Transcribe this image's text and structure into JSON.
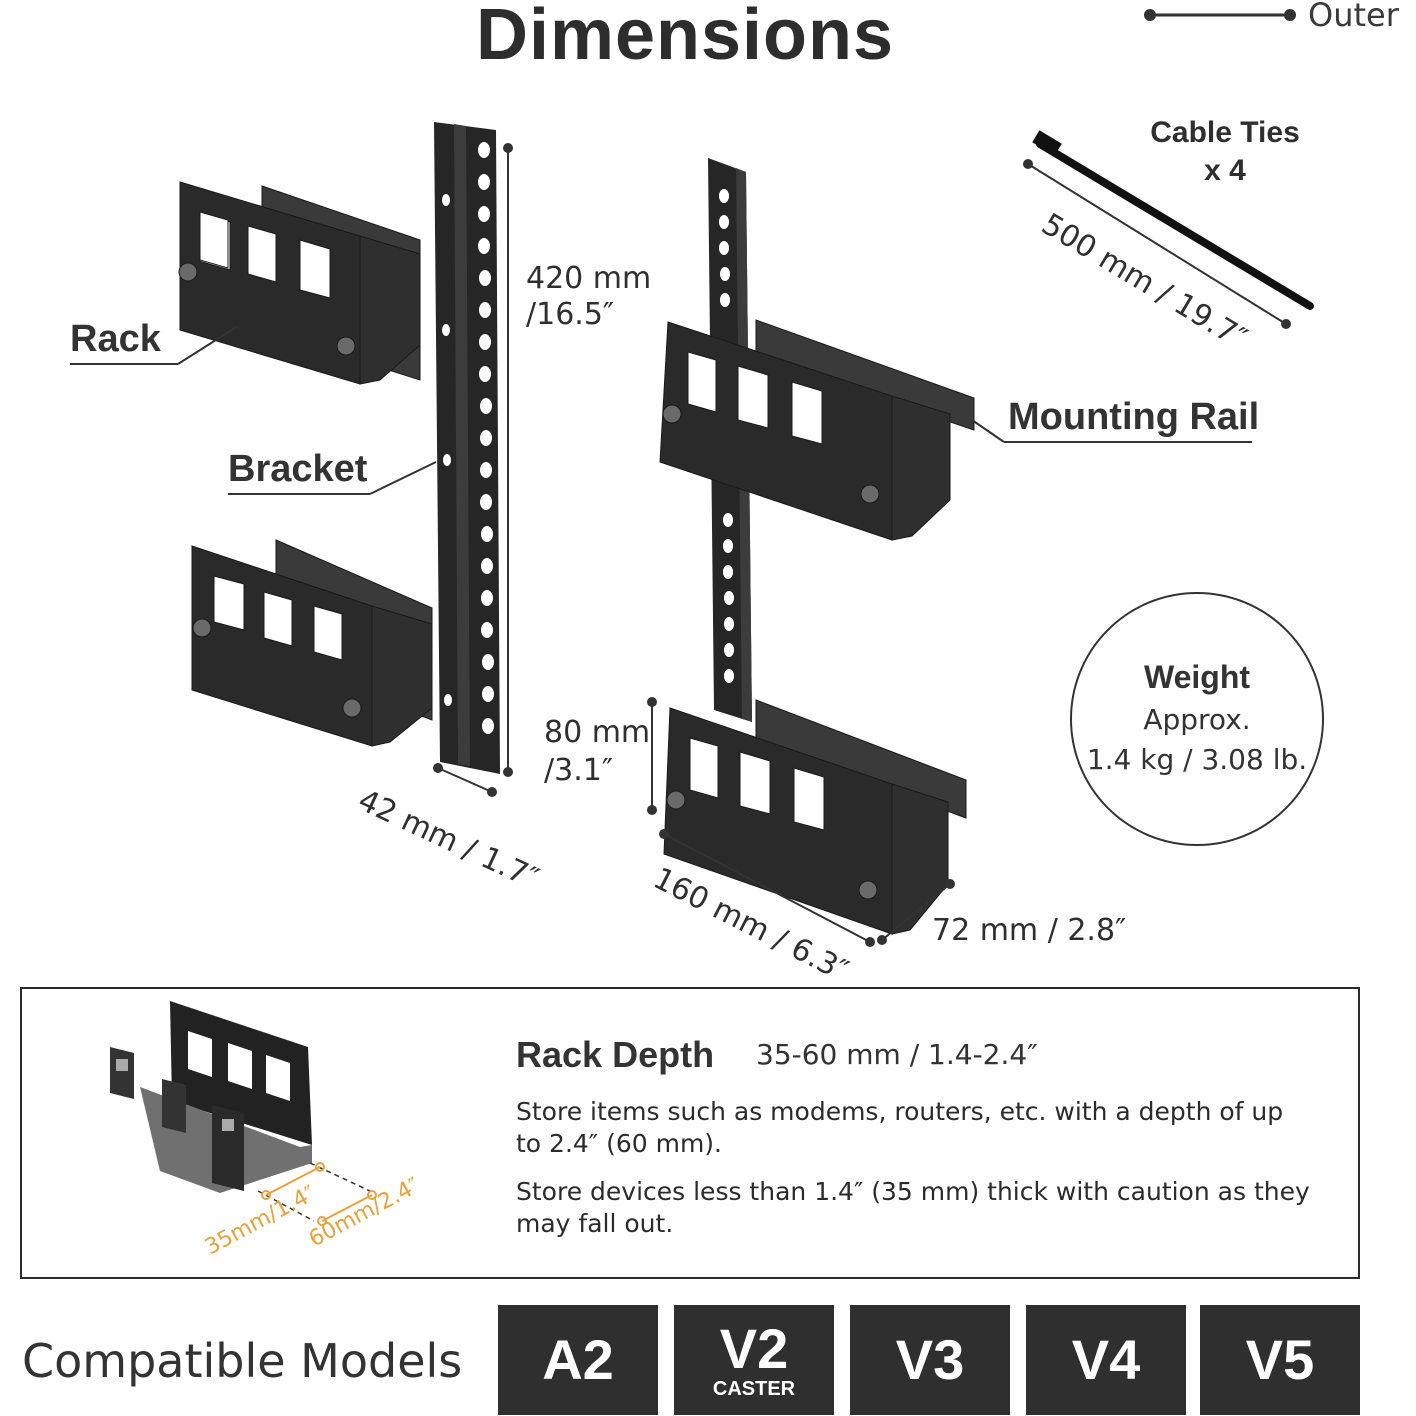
{
  "title": "Dimensions",
  "legend": {
    "label": "Outer"
  },
  "cable_ties": {
    "title": "Cable Ties",
    "qty": "x 4",
    "length": "500 mm / 19.7″"
  },
  "labels": {
    "rack": "Rack",
    "bracket": "Bracket",
    "mounting_rail": "Mounting Rail"
  },
  "dimensions": {
    "rail_height_mm": "420 mm",
    "rail_height_in": "/16.5″",
    "rail_width": "42 mm / 1.7″",
    "rack_height_mm": "80 mm",
    "rack_height_in": "/3.1″",
    "rack_width": "160 mm / 6.3″",
    "rack_depth": "72 mm / 2.8″"
  },
  "weight": {
    "title": "Weight",
    "line1": "Approx.",
    "line2": "1.4 kg / 3.08 lb."
  },
  "rack_depth": {
    "title": "Rack Depth",
    "range": "35-60 mm / 1.4-2.4″",
    "para1": "Store items such as modems, routers, etc. with a depth of up to 2.4″ (60 mm).",
    "para2": "Store devices less than 1.4″ (35 mm) thick with caution as they may fall out.",
    "min_label": "35mm/1.4″",
    "max_label": "60mm/2.4″"
  },
  "compatible": {
    "label": "Compatible Models",
    "models": [
      {
        "name": "A2",
        "sub": ""
      },
      {
        "name": "V2",
        "sub": "CASTER"
      },
      {
        "name": "V3",
        "sub": ""
      },
      {
        "name": "V4",
        "sub": ""
      },
      {
        "name": "V5",
        "sub": ""
      }
    ]
  },
  "colors": {
    "steel": "#2a2a2a",
    "accent": "#e8a23a",
    "badge": "#2f2f2f"
  }
}
